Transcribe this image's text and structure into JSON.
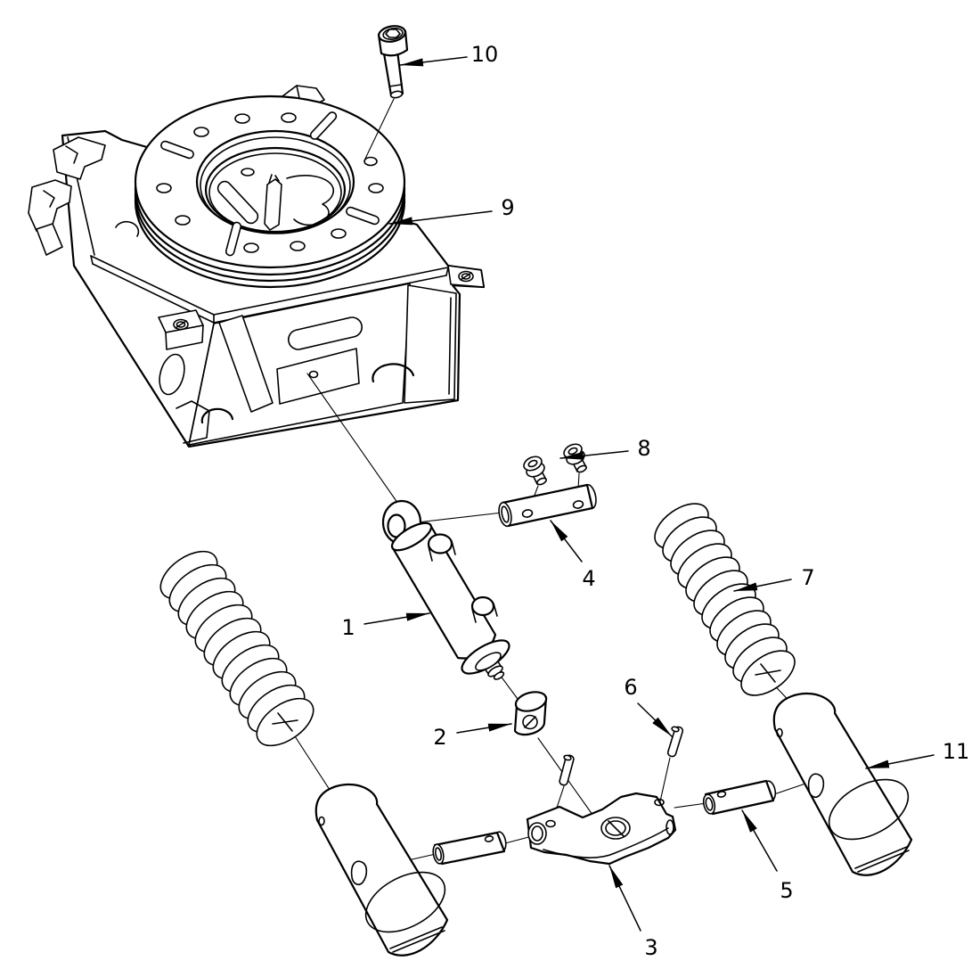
{
  "figure": {
    "type": "exploded-assembly-line-drawing",
    "background_color": "#ffffff",
    "line_color": "#000000"
  },
  "callouts": {
    "c1": {
      "label": "1"
    },
    "c2": {
      "label": "2"
    },
    "c3": {
      "label": "3"
    },
    "c4": {
      "label": "4"
    },
    "c5": {
      "label": "5"
    },
    "c6": {
      "label": "6"
    },
    "c7": {
      "label": "7"
    },
    "c8": {
      "label": "8"
    },
    "c9": {
      "label": "9"
    },
    "c10": {
      "label": "10"
    },
    "c11": {
      "label": "11"
    }
  }
}
